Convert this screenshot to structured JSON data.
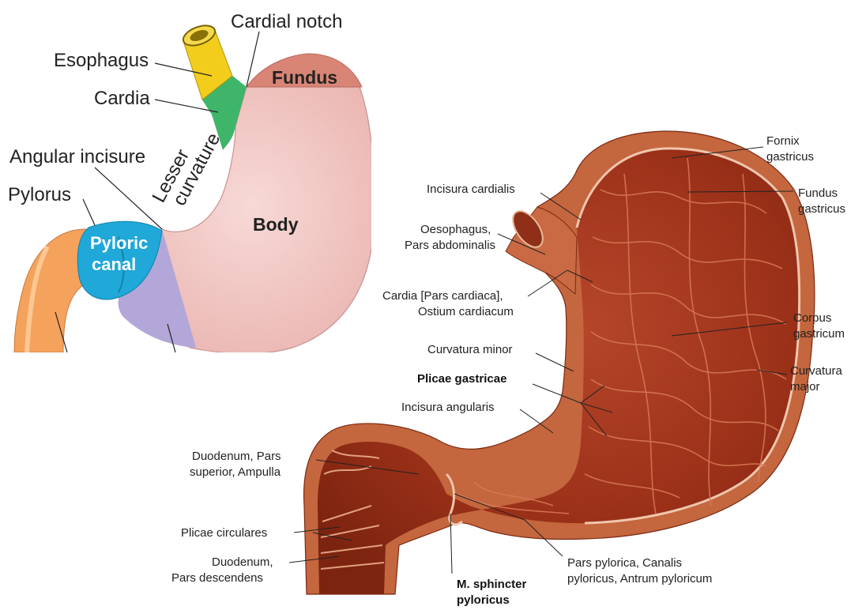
{
  "left_diagram": {
    "labels": {
      "cardial_notch": "Cardial notch",
      "esophagus": "Esophagus",
      "cardia": "Cardia",
      "fundus": "Fundus",
      "angular_incisure": "Angular incisure",
      "pylorus": "Pylorus",
      "lesser": "Lesser",
      "curvature": "curvature",
      "body": "Body",
      "pyloric": "Pyloric",
      "canal": "canal"
    },
    "colors": {
      "esophagus": "#f2cd1c",
      "cardia": "#3fb56a",
      "fundus": "#d98576",
      "body": "#f2c9c6",
      "antrum": "#b3a6d8",
      "pyloric_canal": "#1fa8d8",
      "duodenum": "#f5a25c"
    }
  },
  "right_diagram": {
    "labels": {
      "fornix_1": "Fornix",
      "fornix_2": "gastricus",
      "fundus_1": "Fundus",
      "fundus_2": "gastricus",
      "incisura_cardialis": "Incisura cardialis",
      "oesophagus_1": "Oesophagus,",
      "oesophagus_2": "Pars abdominalis",
      "cardia_1": "Cardia [Pars cardiaca],",
      "cardia_2": "Ostium cardiacum",
      "corpus_1": "Corpus",
      "corpus_2": "gastricum",
      "curvatura_minor": "Curvatura minor",
      "curvatura_major_1": "Curvatura",
      "curvatura_major_2": "major",
      "plicae_gastricae": "Plicae gastricae",
      "incisura_angularis": "Incisura angularis",
      "duodenum_sup_1": "Duodenum, Pars",
      "duodenum_sup_2": "superior, Ampulla",
      "plicae_circulares": "Plicae circulares",
      "duodenum_desc_1": "Duodenum,",
      "duodenum_desc_2": "Pars descendens",
      "pars_pylorica_1": "Pars pylorica, Canalis",
      "pars_pylorica_2": "pyloricus, Antrum pyloricum",
      "sphincter_1": "M. sphincter",
      "sphincter_2": "pyloricus"
    },
    "colors": {
      "mucosa": "#a8391f",
      "wall": "#c4663e",
      "edge": "#e8b89c"
    }
  }
}
